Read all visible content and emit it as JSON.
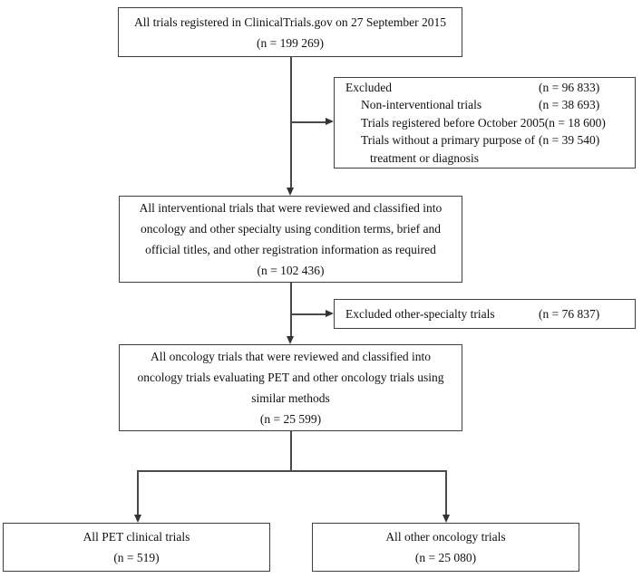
{
  "diagram": {
    "type": "flowchart",
    "subject": "Clinical trial selection flow (ClinicalTrials.gov oncology PET trials)",
    "boxes": {
      "top": {
        "line1": "All trials registered in ClinicalTrials.gov on 27 September 2015",
        "line2": "(n = 199 269)"
      },
      "excluded1": {
        "rows": [
          {
            "label": "Excluded",
            "value": "(n = 96 833)"
          },
          {
            "label": "Non-interventional trials",
            "value": "(n = 38 693)"
          },
          {
            "label": "Trials registered before October 2005",
            "value": "(n = 18 600)"
          },
          {
            "label": "Trials without a primary purpose of",
            "value": "(n = 39 540)"
          },
          {
            "label": "treatment or diagnosis",
            "value": ""
          }
        ]
      },
      "interventional": {
        "lines": [
          "All interventional trials that were reviewed and classified into",
          "oncology and other specialty using condition terms, brief and",
          "official titles, and other registration information as required",
          "(n = 102 436)"
        ]
      },
      "excluded2": {
        "label": "Excluded other-specialty trials",
        "value": "(n = 76 837)"
      },
      "oncology": {
        "lines": [
          "All oncology trials that were reviewed and classified into",
          "oncology trials evaluating PET and other oncology trials using",
          "similar methods",
          "(n = 25 599)"
        ]
      },
      "pet": {
        "line1": "All PET clinical trials",
        "line2": "(n = 519)"
      },
      "other": {
        "line1": "All other oncology trials",
        "line2": "(n = 25 080)"
      }
    },
    "colors": {
      "background": "#ffffff",
      "border": "#3f3f3f",
      "line": "#4a4a4a",
      "text": "#111111"
    }
  }
}
